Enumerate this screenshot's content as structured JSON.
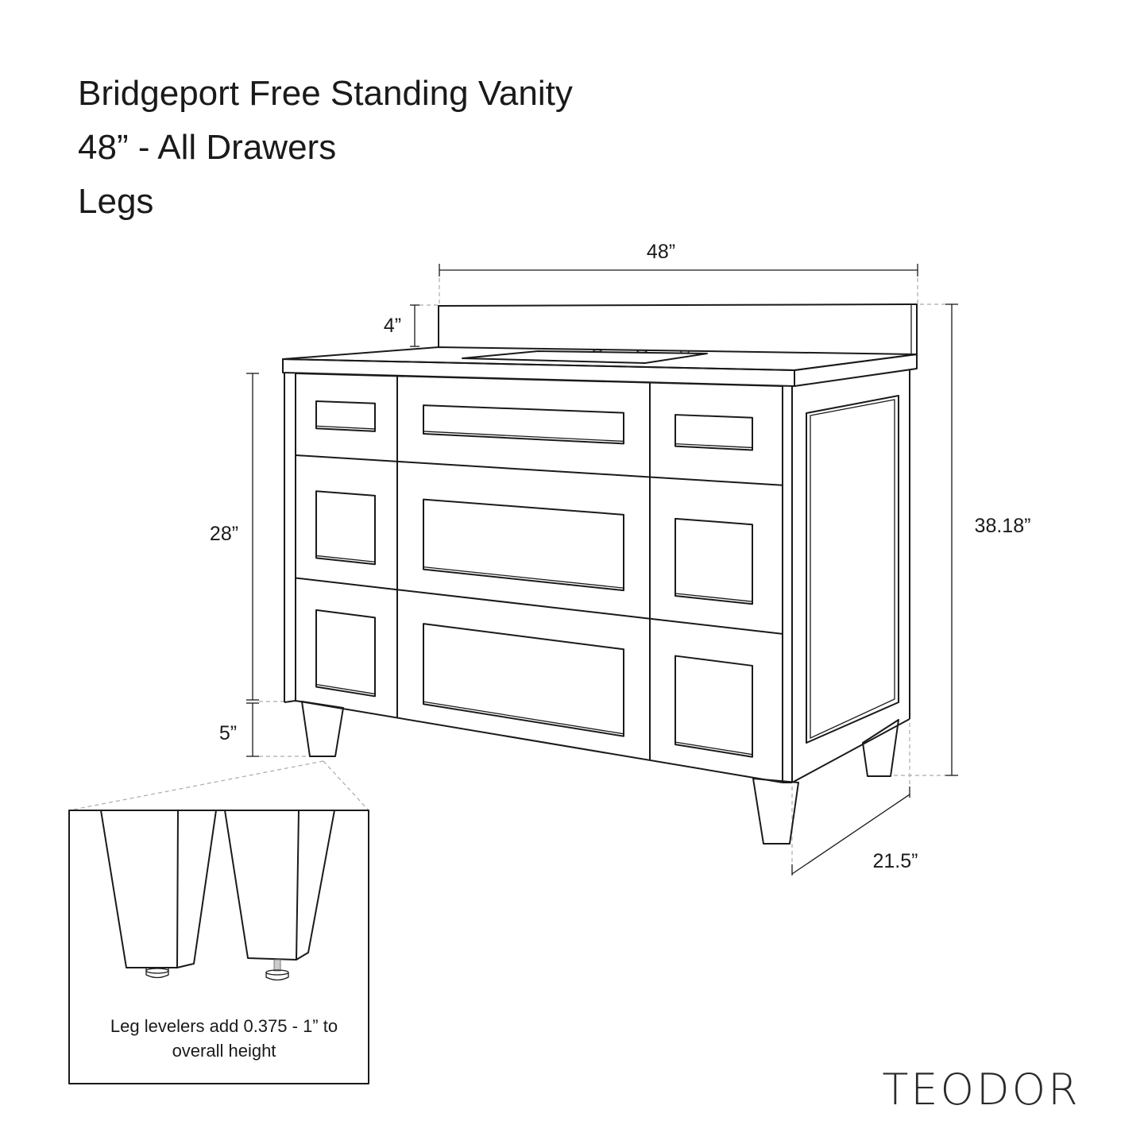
{
  "title": {
    "line1": "Bridgeport Free Standing Vanity",
    "line2": "48” - All Drawers",
    "line3": "Legs"
  },
  "dimensions": {
    "width": "48”",
    "backsplash": "4”",
    "cabinet_height": "28”",
    "leg_height": "5”",
    "overall_height": "38.18”",
    "depth": "21.5”"
  },
  "inset": {
    "caption_line1": "Leg levelers add 0.375 - 1” to",
    "caption_line2": "overall height"
  },
  "brand": "TEODOR"
}
